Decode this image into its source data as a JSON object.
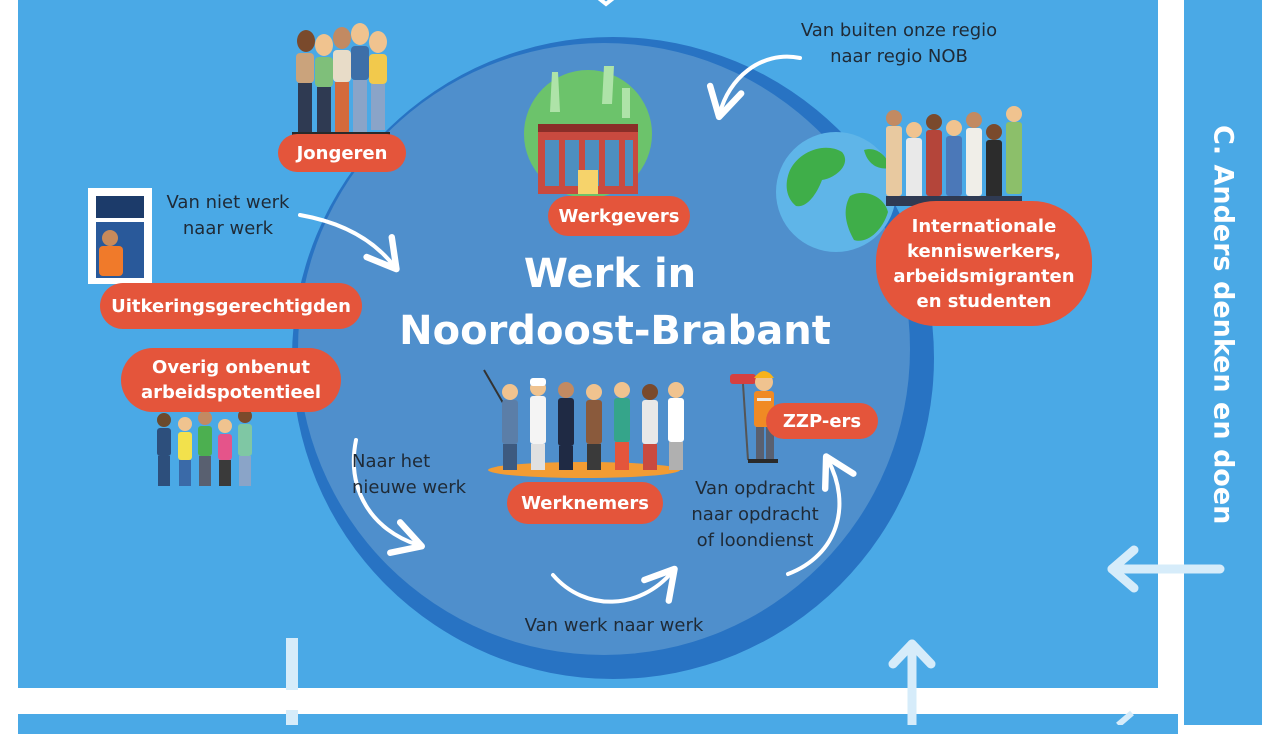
{
  "title": {
    "line1": "Werk in",
    "line2": "Noordoost-Brabant"
  },
  "side_label": "C. Anders denken en doen",
  "groups": {
    "jongeren": "Jongeren",
    "werkgevers": "Werkgevers",
    "internationale": [
      "Internationale",
      "kenniswerkers,",
      "arbeidsmigranten",
      "en studenten"
    ],
    "uitkeringsgerechtigden": "Uitkeringsgerechtigden",
    "overig": [
      "Overig onbenut",
      "arbeidspotentieel"
    ],
    "werknemers": "Werknemers",
    "zzp": "ZZP-ers"
  },
  "flows": {
    "buiten": [
      "Van buiten onze regio",
      "naar regio NOB"
    ],
    "niet_werk": [
      "Van niet werk",
      "naar werk"
    ],
    "nieuwe_werk": [
      "Naar het",
      "nieuwe werk"
    ],
    "opdracht": [
      "Van opdracht",
      "naar opdracht",
      "of loondienst"
    ],
    "werk_naar_werk": "Van werk naar werk"
  },
  "colors": {
    "panel": "#4aa9e6",
    "circle": "#4f8fcc",
    "circle_ring": "#2873c3",
    "pill": "#e4553b",
    "arrow_light": "#d6ecfa"
  },
  "icons": [
    "youth-group-icon",
    "office-building-icon",
    "globe-icon",
    "international-crowd-icon",
    "person-window-icon",
    "queue-people-icon",
    "workers-group-icon",
    "painter-worker-icon"
  ]
}
